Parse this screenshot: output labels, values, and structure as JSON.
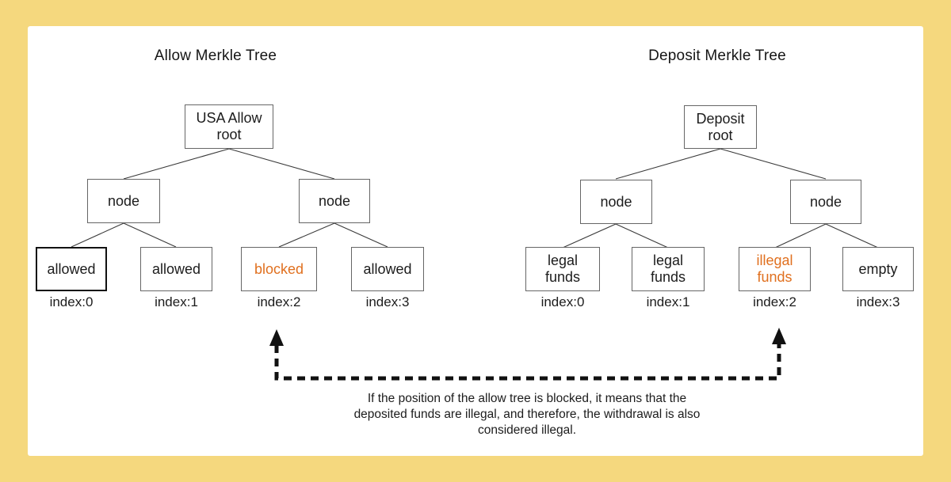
{
  "colors": {
    "page_background": "#f5d87e",
    "canvas_background": "#ffffff",
    "box_border": "#666666",
    "emphasis_border": "#111111",
    "text": "#1c1c1c",
    "highlight_text": "#e0701f",
    "edge_line": "#3a3a3a",
    "dashed_arrow": "#111111"
  },
  "allow_tree": {
    "title": "Allow Merkle Tree",
    "root": {
      "line1": "USA Allow",
      "line2": "root"
    },
    "nodes": [
      "node",
      "node"
    ],
    "leaves": [
      {
        "label": "allowed",
        "index_label": "index:0",
        "highlighted": false,
        "emphasized_border": true
      },
      {
        "label": "allowed",
        "index_label": "index:1",
        "highlighted": false,
        "emphasized_border": false
      },
      {
        "label": "blocked",
        "index_label": "index:2",
        "highlighted": true,
        "emphasized_border": false
      },
      {
        "label": "allowed",
        "index_label": "index:3",
        "highlighted": false,
        "emphasized_border": false
      }
    ]
  },
  "deposit_tree": {
    "title": "Deposit Merkle Tree",
    "root": {
      "line1": "Deposit",
      "line2": "root"
    },
    "nodes": [
      "node",
      "node"
    ],
    "leaves": [
      {
        "label": "legal funds",
        "index_label": "index:0",
        "highlighted": false
      },
      {
        "label": "legal funds",
        "index_label": "index:1",
        "highlighted": false
      },
      {
        "label": "illegal funds",
        "index_label": "index:2",
        "highlighted": true
      },
      {
        "label": "empty",
        "index_label": "index:3",
        "highlighted": false
      }
    ]
  },
  "caption": {
    "line1": "If the position of the allow tree is blocked, it means that the",
    "line2": "deposited funds are illegal, and therefore, the withdrawal is also",
    "line3": "considered illegal."
  }
}
